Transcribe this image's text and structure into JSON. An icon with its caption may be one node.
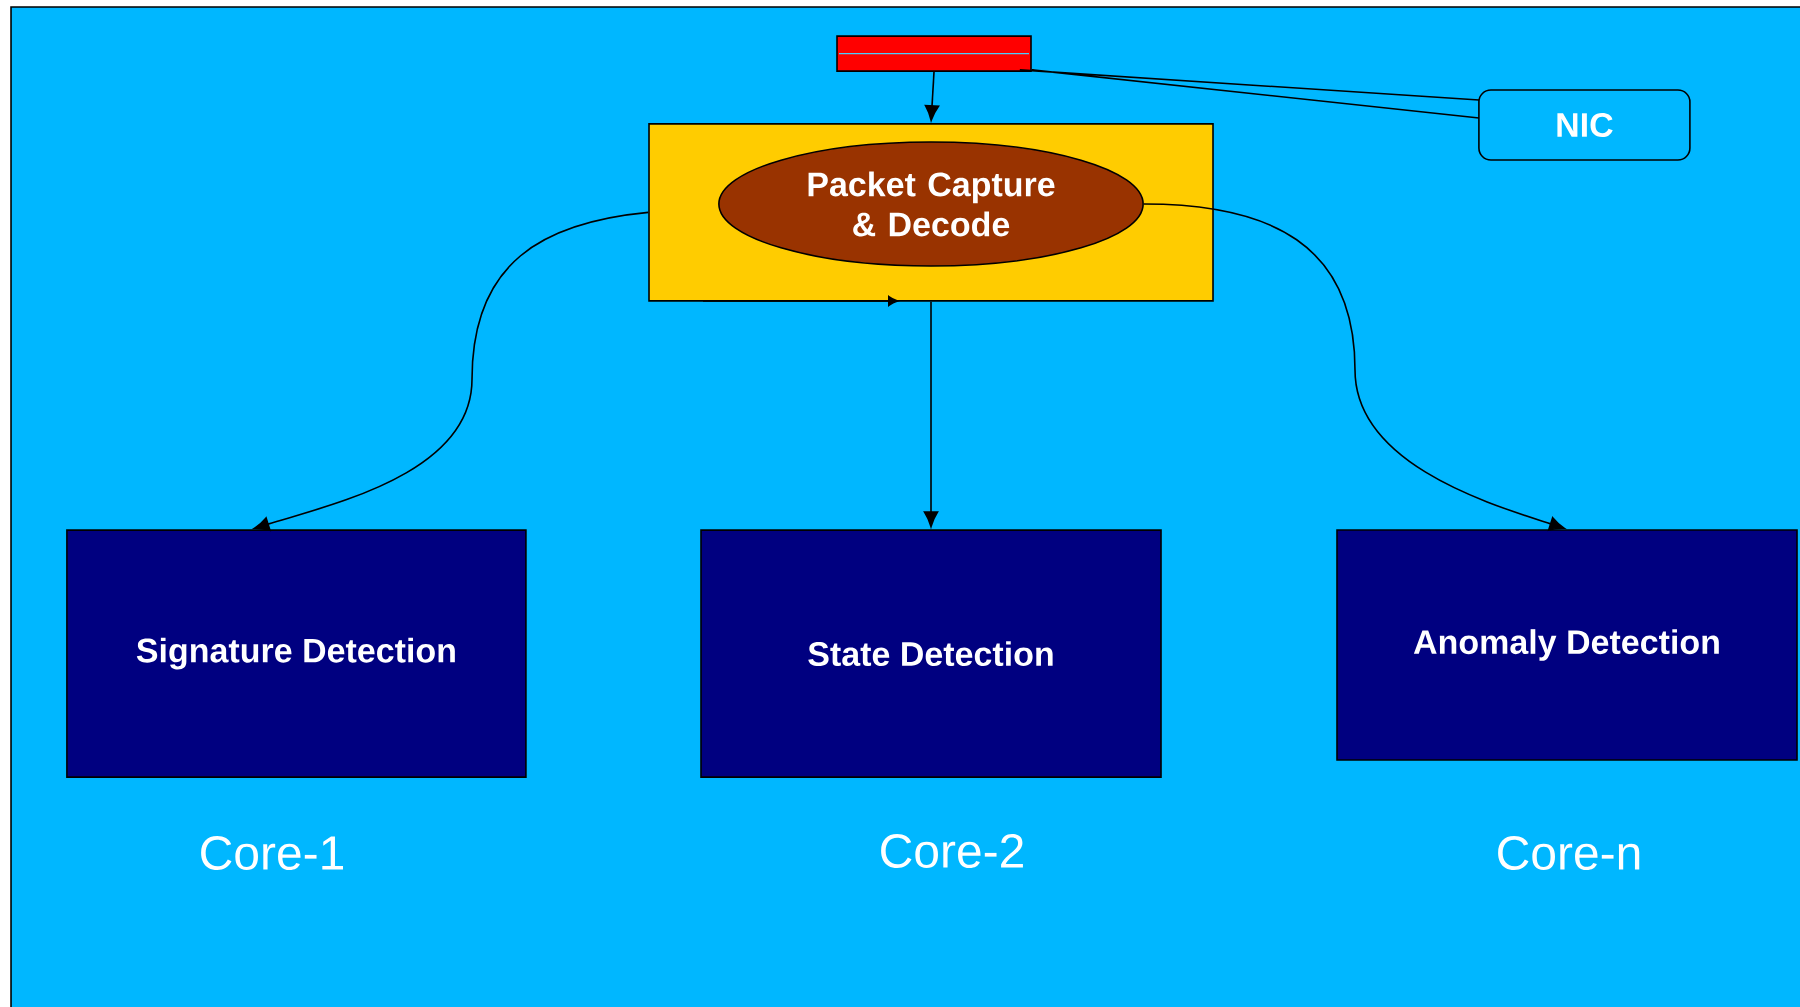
{
  "diagram": {
    "nodes": [
      {
        "text": [],
        "shape": "bar"
      },
      {
        "text": [
          "NIC"
        ]
      },
      {
        "text": [],
        "shape": "box"
      },
      {
        "text": [
          "Packet Capture & Decode"
        ],
        "in": 2
      },
      {
        "text": [
          "Signature Detection"
        ],
        "beside": [
          "Core-1"
        ]
      },
      {
        "text": [
          "State Detection"
        ],
        "beside": [
          "Core-2"
        ]
      },
      {
        "text": [
          "Anomaly  Detection"
        ],
        "beside": [
          "Core-n"
        ]
      }
    ],
    "edges": [
      {
        "from": 1,
        "to": 0,
        "arrow": "none"
      },
      {
        "from": 0,
        "to": 2,
        "arrow": "to"
      },
      {
        "from": 2,
        "to": 4,
        "arrow": "to"
      },
      {
        "from": 2,
        "to": 5,
        "arrow": "to"
      },
      {
        "from": 3,
        "to": 6,
        "arrow": "to"
      }
    ]
  }
}
